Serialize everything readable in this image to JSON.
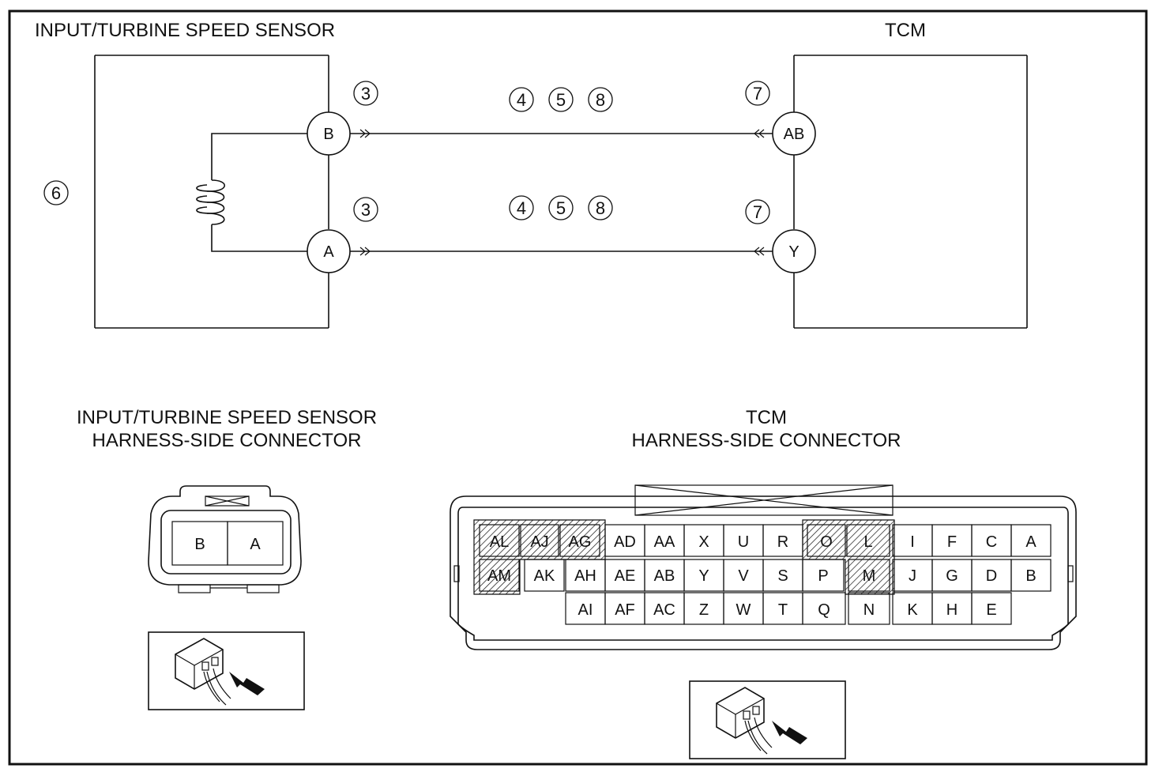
{
  "sensor": {
    "title": "INPUT/TURBINE SPEED SENSOR",
    "pins": {
      "b": "B",
      "a": "A"
    }
  },
  "tcm": {
    "title": "TCM",
    "pins": {
      "ab": "AB",
      "y": "Y"
    }
  },
  "callouts": {
    "sensor_b": "3",
    "sensor_a": "3",
    "wire_top": [
      "4",
      "5",
      "8"
    ],
    "wire_bottom": [
      "4",
      "5",
      "8"
    ],
    "tcm_ab": "7",
    "tcm_y": "7",
    "sensor_body": "6"
  },
  "sensor_connector": {
    "title_line1": "INPUT/TURBINE SPEED SENSOR",
    "title_line2": "HARNESS-SIDE CONNECTOR",
    "cells": [
      "B",
      "A"
    ]
  },
  "tcm_connector": {
    "title_line1": "TCM",
    "title_line2": "HARNESS-SIDE CONNECTOR",
    "row1": [
      "AL",
      "AJ",
      "AG",
      "AD",
      "AA",
      "X",
      "U",
      "R",
      "O",
      "L",
      "I",
      "F",
      "C",
      "A"
    ],
    "row2": [
      "AM",
      "AK",
      "AH",
      "AE",
      "AB",
      "Y",
      "V",
      "S",
      "P",
      "M",
      "J",
      "G",
      "D",
      "B"
    ],
    "row3": [
      "AI",
      "AF",
      "AC",
      "Z",
      "W",
      "T",
      "Q",
      "N",
      "K",
      "H",
      "E"
    ]
  }
}
